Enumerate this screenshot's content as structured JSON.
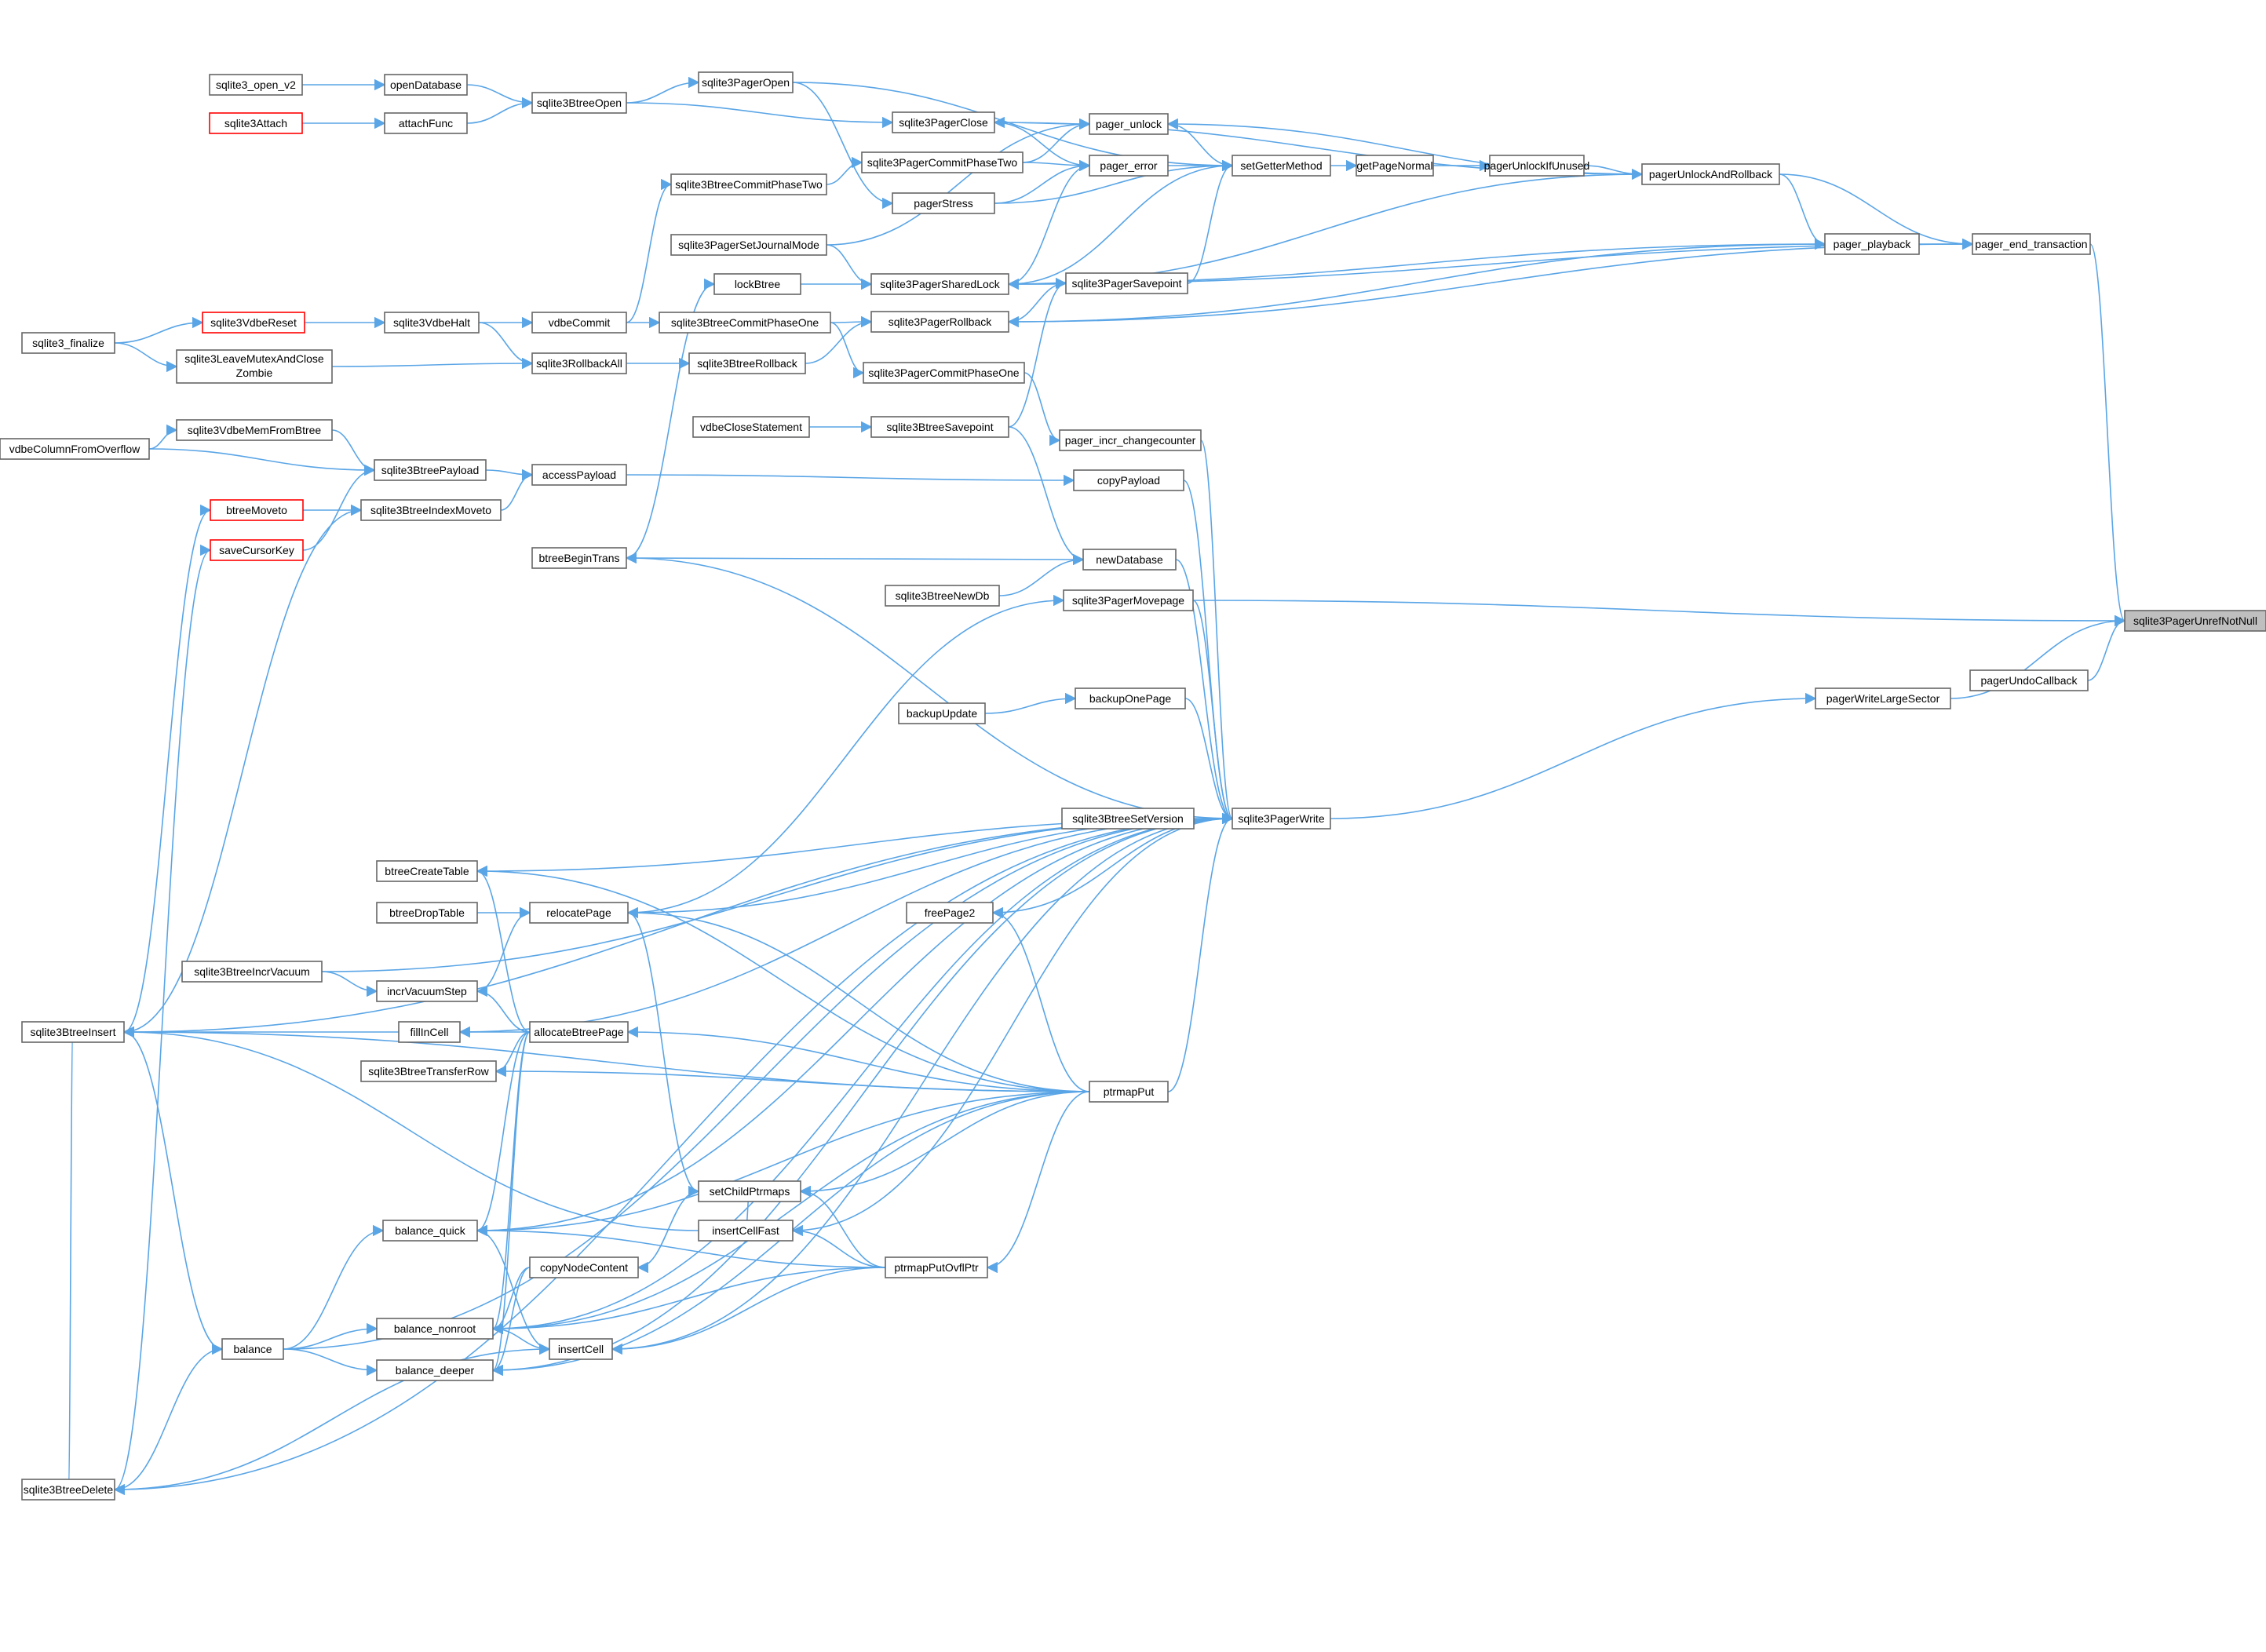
{
  "colors": {
    "edge": "#5aa5e6",
    "node_border": "#666666",
    "node_border_red": "#ff0000",
    "node_fill": "#ffffff",
    "target_fill": "#bfbfbf",
    "text": "#000000"
  },
  "nodes": [
    {
      "id": "n1",
      "label": "sqlite3_open_v2"
    },
    {
      "id": "n2",
      "label": "openDatabase"
    },
    {
      "id": "n3",
      "label": "sqlite3BtreeOpen"
    },
    {
      "id": "n4",
      "label": "sqlite3PagerOpen"
    },
    {
      "id": "n5",
      "label": "sqlite3Attach",
      "red": true
    },
    {
      "id": "n6",
      "label": "attachFunc"
    },
    {
      "id": "n7",
      "label": "sqlite3PagerClose"
    },
    {
      "id": "n8",
      "label": "pager_unlock"
    },
    {
      "id": "n9",
      "label": "sqlite3PagerCommitPhaseTwo"
    },
    {
      "id": "n10",
      "label": "pager_error"
    },
    {
      "id": "n11",
      "label": "setGetterMethod"
    },
    {
      "id": "n12",
      "label": "getPageNormal"
    },
    {
      "id": "n13",
      "label": "pagerUnlockIfUnused"
    },
    {
      "id": "n14",
      "label": "pagerUnlockAndRollback"
    },
    {
      "id": "n15",
      "label": "sqlite3BtreeCommitPhaseTwo"
    },
    {
      "id": "n16",
      "label": "pagerStress"
    },
    {
      "id": "n17",
      "label": "sqlite3PagerSetJournalMode"
    },
    {
      "id": "n18",
      "label": "pager_playback"
    },
    {
      "id": "n19",
      "label": "pager_end_transaction"
    },
    {
      "id": "n20",
      "label": "lockBtree"
    },
    {
      "id": "n21",
      "label": "sqlite3PagerSharedLock"
    },
    {
      "id": "n22",
      "label": "sqlite3PagerSavepoint"
    },
    {
      "id": "n23",
      "label": "sqlite3VdbeReset",
      "red": true
    },
    {
      "id": "n24",
      "label": "sqlite3VdbeHalt"
    },
    {
      "id": "n25",
      "label": "vdbeCommit"
    },
    {
      "id": "n26",
      "label": "sqlite3BtreeCommitPhaseOne"
    },
    {
      "id": "n27",
      "label": "sqlite3PagerRollback"
    },
    {
      "id": "n28",
      "label": "sqlite3_finalize"
    },
    {
      "id": "n29",
      "label": "sqlite3LeaveMutexAndClose",
      "label2": "Zombie"
    },
    {
      "id": "n30",
      "label": "sqlite3RollbackAll"
    },
    {
      "id": "n31",
      "label": "sqlite3BtreeRollback"
    },
    {
      "id": "n32",
      "label": "sqlite3PagerCommitPhaseOne"
    },
    {
      "id": "n33",
      "label": "vdbeCloseStatement"
    },
    {
      "id": "n34",
      "label": "sqlite3BtreeSavepoint"
    },
    {
      "id": "n35",
      "label": "sqlite3VdbeMemFromBtree"
    },
    {
      "id": "n36",
      "label": "pager_incr_changecounter"
    },
    {
      "id": "n37",
      "label": "vdbeColumnFromOverflow"
    },
    {
      "id": "n38",
      "label": "sqlite3BtreePayload"
    },
    {
      "id": "n39",
      "label": "accessPayload"
    },
    {
      "id": "n40",
      "label": "copyPayload"
    },
    {
      "id": "n41",
      "label": "btreeMoveto",
      "red": true
    },
    {
      "id": "n42",
      "label": "sqlite3BtreeIndexMoveto"
    },
    {
      "id": "n43",
      "label": "saveCursorKey",
      "red": true
    },
    {
      "id": "n44",
      "label": "btreeBeginTrans"
    },
    {
      "id": "n45",
      "label": "newDatabase"
    },
    {
      "id": "n46",
      "label": "sqlite3BtreeNewDb"
    },
    {
      "id": "n47",
      "label": "sqlite3PagerMovepage"
    },
    {
      "id": "n48",
      "label": "sqlite3PagerUnrefNotNull",
      "target": true
    },
    {
      "id": "n49",
      "label": "pagerUndoCallback"
    },
    {
      "id": "n50",
      "label": "pagerWriteLargeSector"
    },
    {
      "id": "n51",
      "label": "backupOnePage"
    },
    {
      "id": "n52",
      "label": "backupUpdate"
    },
    {
      "id": "n53",
      "label": "sqlite3BtreeSetVersion"
    },
    {
      "id": "n54",
      "label": "sqlite3PagerWrite"
    },
    {
      "id": "n55",
      "label": "btreeCreateTable"
    },
    {
      "id": "n56",
      "label": "btreeDropTable"
    },
    {
      "id": "n57",
      "label": "relocatePage"
    },
    {
      "id": "n58",
      "label": "freePage2"
    },
    {
      "id": "n59",
      "label": "sqlite3BtreeIncrVacuum"
    },
    {
      "id": "n60",
      "label": "incrVacuumStep"
    },
    {
      "id": "n61",
      "label": "sqlite3BtreeInsert"
    },
    {
      "id": "n62",
      "label": "fillInCell"
    },
    {
      "id": "n63",
      "label": "allocateBtreePage"
    },
    {
      "id": "n64",
      "label": "sqlite3BtreeTransferRow"
    },
    {
      "id": "n65",
      "label": "ptrmapPut"
    },
    {
      "id": "n66",
      "label": "setChildPtrmaps"
    },
    {
      "id": "n67",
      "label": "balance_quick"
    },
    {
      "id": "n68",
      "label": "insertCellFast"
    },
    {
      "id": "n69",
      "label": "copyNodeContent"
    },
    {
      "id": "n70",
      "label": "ptrmapPutOvflPtr"
    },
    {
      "id": "n71",
      "label": "balance"
    },
    {
      "id": "n72",
      "label": "balance_nonroot"
    },
    {
      "id": "n73",
      "label": "insertCell"
    },
    {
      "id": "n74",
      "label": "balance_deeper"
    },
    {
      "id": "n75",
      "label": "sqlite3BtreeDelete"
    }
  ],
  "edges": [
    [
      "n1",
      "n2"
    ],
    [
      "n2",
      "n3"
    ],
    [
      "n5",
      "n6"
    ],
    [
      "n6",
      "n3"
    ],
    [
      "n3",
      "n4"
    ],
    [
      "n3",
      "n7"
    ],
    [
      "n4",
      "n11"
    ],
    [
      "n4",
      "n16"
    ],
    [
      "n7",
      "n8"
    ],
    [
      "n7",
      "n10"
    ],
    [
      "n9",
      "n8"
    ],
    [
      "n9",
      "n10"
    ],
    [
      "n16",
      "n10"
    ],
    [
      "n16",
      "n11"
    ],
    [
      "n8",
      "n11"
    ],
    [
      "n10",
      "n11"
    ],
    [
      "n11",
      "n12"
    ],
    [
      "n12",
      "n13"
    ],
    [
      "n13",
      "n14"
    ],
    [
      "n14",
      "n8"
    ],
    [
      "n14",
      "n7"
    ],
    [
      "n14",
      "n21"
    ],
    [
      "n14",
      "n18"
    ],
    [
      "n14",
      "n19"
    ],
    [
      "n15",
      "n9"
    ],
    [
      "n17",
      "n21"
    ],
    [
      "n17",
      "n8"
    ],
    [
      "n20",
      "n21"
    ],
    [
      "n21",
      "n10"
    ],
    [
      "n21",
      "n11"
    ],
    [
      "n21",
      "n18"
    ],
    [
      "n22",
      "n11"
    ],
    [
      "n22",
      "n27"
    ],
    [
      "n18",
      "n19"
    ],
    [
      "n27",
      "n18"
    ],
    [
      "n27",
      "n19"
    ],
    [
      "n21",
      "n19"
    ],
    [
      "n19",
      "n48"
    ],
    [
      "n28",
      "n23"
    ],
    [
      "n28",
      "n29"
    ],
    [
      "n23",
      "n24"
    ],
    [
      "n24",
      "n25"
    ],
    [
      "n24",
      "n30"
    ],
    [
      "n29",
      "n30"
    ],
    [
      "n25",
      "n15"
    ],
    [
      "n25",
      "n26"
    ],
    [
      "n30",
      "n31"
    ],
    [
      "n26",
      "n27"
    ],
    [
      "n26",
      "n32"
    ],
    [
      "n31",
      "n27"
    ],
    [
      "n32",
      "n36"
    ],
    [
      "n33",
      "n34"
    ],
    [
      "n34",
      "n22"
    ],
    [
      "n37",
      "n35"
    ],
    [
      "n37",
      "n38"
    ],
    [
      "n35",
      "n38"
    ],
    [
      "n38",
      "n39"
    ],
    [
      "n42",
      "n39"
    ],
    [
      "n41",
      "n42"
    ],
    [
      "n43",
      "n38"
    ],
    [
      "n39",
      "n40"
    ],
    [
      "n61",
      "n41"
    ],
    [
      "n61",
      "n42"
    ],
    [
      "n75",
      "n43"
    ],
    [
      "n44",
      "n20"
    ],
    [
      "n45",
      "n44"
    ],
    [
      "n46",
      "n45"
    ],
    [
      "n34",
      "n45"
    ],
    [
      "n47",
      "n48"
    ],
    [
      "n49",
      "n48"
    ],
    [
      "n50",
      "n48"
    ],
    [
      "n52",
      "n51"
    ],
    [
      "n54",
      "n50"
    ],
    [
      "n53",
      "n54"
    ],
    [
      "n36",
      "n54"
    ],
    [
      "n40",
      "n54"
    ],
    [
      "n45",
      "n54"
    ],
    [
      "n51",
      "n54"
    ],
    [
      "n47",
      "n54"
    ],
    [
      "n44",
      "n54"
    ],
    [
      "n61",
      "n54"
    ],
    [
      "n57",
      "n47"
    ],
    [
      "n55",
      "n54"
    ],
    [
      "n57",
      "n54"
    ],
    [
      "n59",
      "n54"
    ],
    [
      "n62",
      "n54"
    ],
    [
      "n65",
      "n54"
    ],
    [
      "n58",
      "n54"
    ],
    [
      "n67",
      "n54"
    ],
    [
      "n68",
      "n54"
    ],
    [
      "n73",
      "n54"
    ],
    [
      "n72",
      "n54"
    ],
    [
      "n74",
      "n54"
    ],
    [
      "n71",
      "n54"
    ],
    [
      "n75",
      "n54"
    ],
    [
      "n56",
      "n57"
    ],
    [
      "n60",
      "n57"
    ],
    [
      "n63",
      "n55"
    ],
    [
      "n63",
      "n60"
    ],
    [
      "n63",
      "n62"
    ],
    [
      "n63",
      "n64"
    ],
    [
      "n63",
      "n67"
    ],
    [
      "n63",
      "n72"
    ],
    [
      "n63",
      "n74"
    ],
    [
      "n59",
      "n60"
    ],
    [
      "n62",
      "n61"
    ],
    [
      "n57",
      "n66"
    ],
    [
      "n65",
      "n55"
    ],
    [
      "n65",
      "n57"
    ],
    [
      "n65",
      "n61"
    ],
    [
      "n65",
      "n64"
    ],
    [
      "n65",
      "n63"
    ],
    [
      "n65",
      "n58"
    ],
    [
      "n65",
      "n66"
    ],
    [
      "n65",
      "n67"
    ],
    [
      "n65",
      "n70"
    ],
    [
      "n65",
      "n72"
    ],
    [
      "n65",
      "n74"
    ],
    [
      "n66",
      "n69"
    ],
    [
      "n66",
      "n68"
    ],
    [
      "n70",
      "n68"
    ],
    [
      "n70",
      "n67"
    ],
    [
      "n70",
      "n66"
    ],
    [
      "n70",
      "n72"
    ],
    [
      "n70",
      "n73"
    ],
    [
      "n69",
      "n72"
    ],
    [
      "n69",
      "n74"
    ],
    [
      "n68",
      "n61"
    ],
    [
      "n71",
      "n67"
    ],
    [
      "n71",
      "n72"
    ],
    [
      "n71",
      "n74"
    ],
    [
      "n67",
      "n73"
    ],
    [
      "n72",
      "n73"
    ],
    [
      "n73",
      "n75"
    ],
    [
      "n71",
      "n61"
    ],
    [
      "n75",
      "n71"
    ],
    [
      "n75",
      "n61"
    ]
  ]
}
